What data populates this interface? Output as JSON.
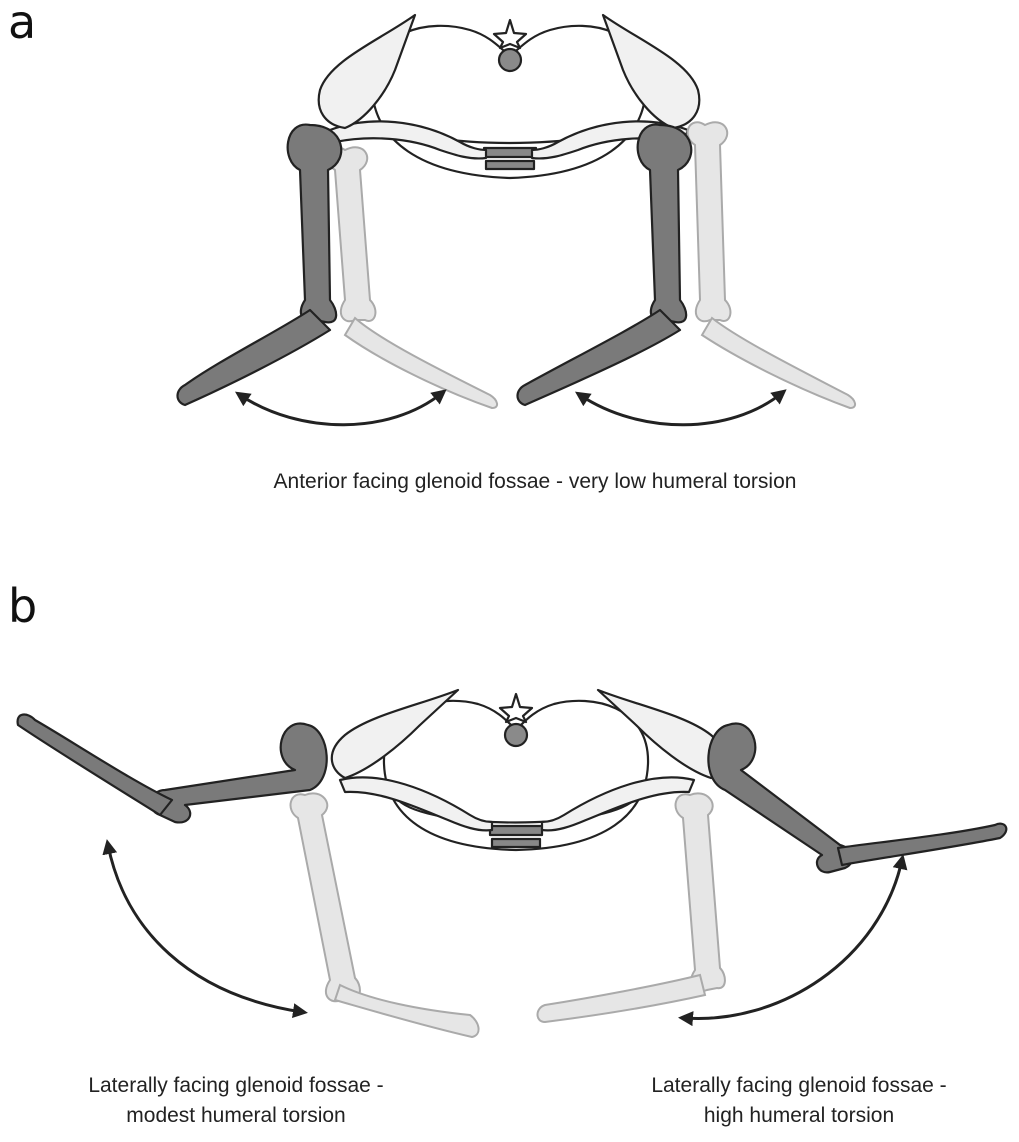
{
  "panels": [
    {
      "letter": "a",
      "captions": [
        "Anterior facing glenoid fossae - very low humeral torsion"
      ]
    },
    {
      "letter": "b",
      "captions": [
        "Laterally facing glenoid fossae -",
        "modest humeral torsion",
        "Laterally facing glenoid fossae -",
        "high humeral torsion"
      ]
    }
  ],
  "colors": {
    "dark_bone": "#7a7a7a",
    "light_bone": "#e6e6e6",
    "outline": "#222222"
  }
}
